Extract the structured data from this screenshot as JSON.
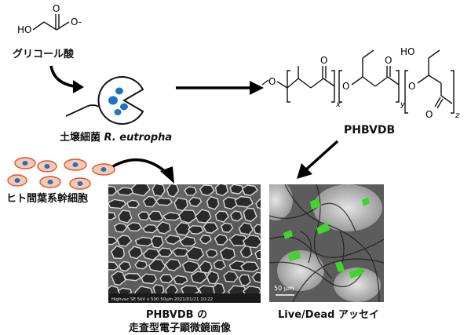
{
  "glycolate": {
    "atom_ho": "HO",
    "atom_o": "O",
    "atom_o_minus": "O-",
    "label": "グリコール酸"
  },
  "bacterium": {
    "label_prefix": "土壌細菌 ",
    "label_species": "R. eutropha"
  },
  "polymer": {
    "label": "PHBVDB",
    "atom_o": "O",
    "atom_ho": "HO",
    "sub_x": "x",
    "sub_y": "y",
    "sub_z": "z"
  },
  "stem_cells": {
    "label": "ヒト間葉系幹細胞"
  },
  "sem": {
    "caption_line1": "PHBVDB の",
    "caption_line2": "走査型電子顕微鏡画像",
    "footer_text": "Highvac  SE  5kV  x  500  50μm  2021/01/21  10:22"
  },
  "fluorescence": {
    "caption": "Live/Dead アッセイ",
    "scale_text": "50 μm"
  },
  "colors": {
    "bacteria_blue": "#1f73c6",
    "cell_fill": "#f6c9b2",
    "cell_edge": "#d9552b",
    "live_green": "#3fd62a",
    "arrow": "#000000"
  }
}
